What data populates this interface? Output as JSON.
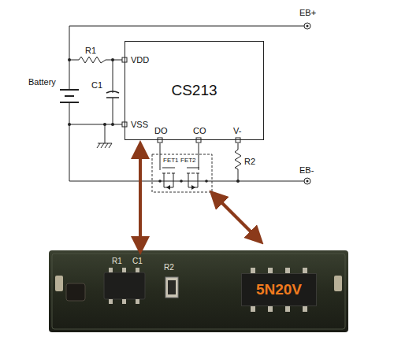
{
  "diagram": {
    "nodes": [
      {
        "text": [
          "CS213"
        ]
      },
      {
        "text": [
          "5N20V"
        ]
      }
    ],
    "labels": [
      "EB+",
      "R1",
      "VDD",
      "Battery",
      "C1",
      "VSS",
      "DO",
      "CO",
      "V-",
      "FET1",
      "FET2",
      "R2",
      "EB-",
      "R1",
      "C1",
      "R2"
    ]
  }
}
